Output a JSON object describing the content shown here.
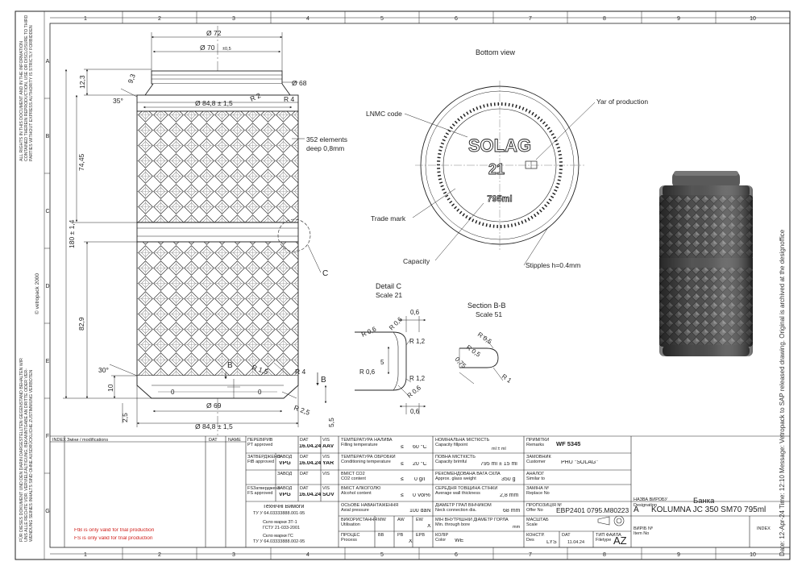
{
  "grid": {
    "columns": [
      "1",
      "2",
      "3",
      "4",
      "5",
      "6",
      "7",
      "8",
      "9",
      "10"
    ],
    "rows": [
      "A",
      "B",
      "C",
      "D",
      "E",
      "F",
      "G"
    ]
  },
  "dims": {
    "d72": "Ø 72",
    "d70": "Ø 70",
    "d70_tol": "±0,5",
    "d68": "Ø 68",
    "d848_top": "Ø 84,8 ± 1,5",
    "r2": "R 2",
    "r4_top": "R 4",
    "h123": "12,3",
    "h93": "9,3",
    "a35": "35°",
    "h7445": "74,45",
    "h180": "180 ± 1,4",
    "h829": "82,9",
    "a30": "30°",
    "h10": "10",
    "h25": "2,5",
    "r15": "R 1,5",
    "r4_bot": "R 4",
    "r25": "R 2,5",
    "h55": "5,5",
    "d69": "Ø 69",
    "d848_bot": "Ø 84,8 ± 1,5",
    "zero_left": "0",
    "zero_right": "0",
    "section_b": "B",
    "elements_1": "352 elements",
    "elements_2": "deep 0,8mm",
    "detail_c_marker": "C"
  },
  "bottom_view": {
    "title": "Bottom view",
    "lnmc": "LNMC code",
    "year": "Yar of production",
    "brand": "SOLAG",
    "code": "21",
    "volume": "795ml",
    "trade": "Trade mark",
    "capacity": "Capacity",
    "stipples": "Stipples h=0.4mm"
  },
  "detail_c": {
    "title": "Detail C",
    "scale": "Scale 21",
    "d06_top": "0,6",
    "r06_a": "R 0,6",
    "r06_b": "R 0,6",
    "r12_a": "R 1,2",
    "d5": "5",
    "r06_c": "R 0,6",
    "r12_b": "R 1,2",
    "r06_d": "R 0,6",
    "d06_bot": "0,6"
  },
  "section_bb": {
    "title": "Section B-B",
    "scale": "Scale 51",
    "r05_a": "R 0,5",
    "r05_b": "R 0,5",
    "d075": "0,75",
    "r1": "R 1"
  },
  "side_texts": {
    "copyright": "© vetropack 2000",
    "left_top_1": "ALL RIGHTS IN THIS DOCUMENT AND IN THE INFORMATION",
    "left_top_2": "CONTAINED THEREIN REPRODUCTION, USE OR DISCLOSURE TO THIRD",
    "left_top_3": "PARTIES WITHOUT EXPRESS AUTHORITY IS STRICTLY FORBIDDEN",
    "left_bot_1": "FÜR DIESES DOKUMENT UND DEN DARIN DARGESTELLTEN GEGENSTAND BEHALTEN WIR",
    "left_bot_2": "UNS ALLE RECHTE VOR. VERVIELFÄLTIGUNG, BEKANNTGABE AN DRITTE ODER VER-",
    "left_bot_3": "WENDUNG SEINES INHALTS SIND OHNE AUSDRÜCKLICHE ZUSTIMMUNG VERBOTEN",
    "right_margin": "Date: 12-Apr-24   Time: 12:10   Message: Vetropack to SAP released drawing. Original is archived at the designoffice"
  },
  "title_block": {
    "index_hdr": "INDEX",
    "zmina_hdr": "Зміни / modifications",
    "dat_hdr": "DAT",
    "name_hdr": "NAME",
    "red_1": "FtB is only valid for trial production",
    "red_2": "FS is only valid for trial production",
    "pt_label": "ПЕРЕВІРИВ",
    "pt_label_en": "PT approved",
    "pt_dat_h": "DAT",
    "pt_dat": "16.04.24",
    "pt_vis_h": "VIS",
    "pt_vis": "AAV",
    "ftb_label": "ЗАТВЕРДЖЕНО",
    "ftb_label_en": "FtB approved",
    "ftb_plant_h": "ЗАВОД",
    "ftb_plant": "VPG",
    "ftb_dat_h": "DAT",
    "ftb_dat": "16.04.24",
    "ftb_vis_h": "VIS",
    "ftb_vis": "YAR",
    "blank_plant_h": "ЗАВОД",
    "blank_dat_h": "DAT",
    "blank_vis_h": "VIS",
    "fs_label": "FSЗатверджено",
    "fs_label_en": "FS approved",
    "fs_plant_h": "ЗАВОД",
    "fs_plant": "VPG",
    "fs_dat_h": "DAT",
    "fs_dat": "16.04.24",
    "fs_vis_h": "VIS",
    "fs_vis": "SOV",
    "std_1a": "Технічні Вимоги",
    "std_1b": "ТУ У 64.03333888.001-95",
    "std_2a": "Скло марки ЗТ-1",
    "std_2b": "ГСТУ 21-033-2001",
    "std_3a": "Скло марки ГС",
    "std_3b": "ТУ У 64.03333888.002-95",
    "fill_temp_l": "ТЕМПЕРАТУРА НАЛИВА",
    "fill_temp_l2": "Filling temperature",
    "fill_temp_op": "≤",
    "fill_temp": "60 °C",
    "proc_temp_l": "ТЕМПЕРАТУРА ОБРОБКИ",
    "proc_temp_l2": "Conditioning temperature",
    "proc_temp_op": "≤",
    "proc_temp": "20 °C",
    "co2_l": "ВМІСТ СО2",
    "co2_l2": "CO2 content",
    "co2_op": "≤",
    "co2": "0 g/l",
    "alc_l": "ВМІСТ АЛКОГОЛЮ",
    "alc_l2": "Alcohol content",
    "alc_op": "≤",
    "alc": "0 Vol%",
    "axial_l": "ОСЬОВЕ НАВАНТАЖЕННЯ",
    "axial_l2": "Axial pressure",
    "axial": "100 daN",
    "util_l": "ВИКОРИСТАННЯ",
    "util_l2": "Utilisation",
    "col_mw": "MW",
    "col_aw": "AW",
    "col_ew": "EW",
    "col_x1": "X",
    "proc_l": "ПРОЦЕС",
    "proc_l2": "Process",
    "col_bb": "BB",
    "col_pb": "PB",
    "col_epb": "EPB",
    "col_x2": "X",
    "cap_fill_l": "НОМІНАЛЬНА МІСТКІСТЬ",
    "cap_fill_l2": "Capacity fillpoint",
    "cap_fill_u": "ml ±    ml",
    "brim_l": "ПОВНА МІСТКІСТЬ",
    "brim_l2": "Capacity brimful",
    "brim": "795 ml ± 15 ml",
    "weight_l": "РЕКОМЕНДОВАНА ВАГА СКЛА",
    "weight_l2": "Approx. glass weight",
    "weight": "350 g",
    "wall_l": "СЕРЕДНЯ ТОВЩИНА СТІНКИ",
    "wall_l2": "Average wall thickness",
    "wall": "2,8 mm",
    "neck_l": "ДІАМЕТР ГРАЛ ВІНЧИКОМ",
    "neck_l2": "Neck connection dia.",
    "neck": "68 mm",
    "bore_l": "МІН ВНУТРІШНІЙ ДІАМЕТР ГОРЛА",
    "bore_l2": "Min. through bore",
    "bore_u": "mm",
    "color_l": "КОЛІР",
    "color_l2": "Color",
    "color": "WE",
    "remarks_l": "ПРИМІТКИ",
    "remarks_l2": "Remarks",
    "remarks": "WF 5345",
    "cust_l": "ЗАМОВНИК",
    "cust_l2": "Customer",
    "cust": "PHU \"SOLAG\"",
    "similar_l": "АНАЛОГ",
    "similar_l2": "Similar to",
    "replace_l": "ЗАМІНА Nº",
    "replace_l2": "Replace No",
    "offer_l": "ПРОПОЗИЦІЯ Nº",
    "offer_l2": "Offer No",
    "offer": "EBP2401 0795.M80223",
    "offer_rev": "A",
    "scale_l": "МАСШТАБ",
    "scale_l2": "Scale",
    "des_l": "КОНСТР.",
    "des_l2": "Des",
    "des": "LYS",
    "dat_l": "DAT",
    "dat": "11.04.24",
    "filetype_l": "ТИП ФАЙЛА",
    "filetype_l2": "Filetype",
    "filetype": "AZ",
    "designation_l": "НАЗВА ВИРОБУ",
    "designation_l2": "Designation",
    "name_ua": "Банка",
    "name_en": "KOLUMNA JC 350 SM70 795ml",
    "item_l": "ВИРІБ Nº",
    "item_l2": "Item No",
    "index_r": "INDEX"
  }
}
